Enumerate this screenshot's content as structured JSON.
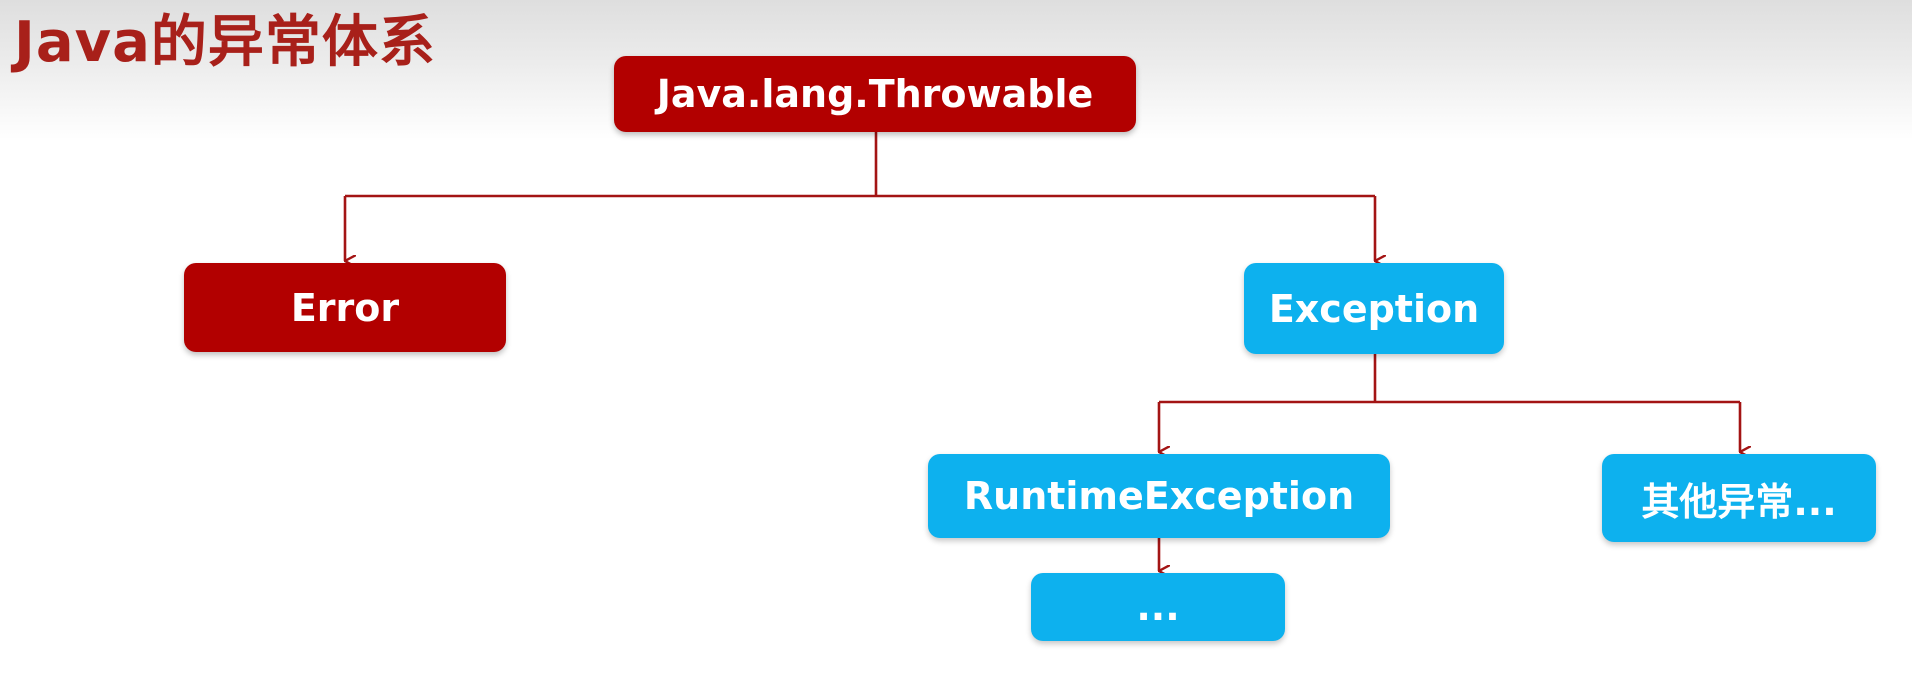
{
  "title": "Java的异常体系",
  "colors": {
    "title": "#a8201a",
    "red_node": "#b20000",
    "blue_node": "#0db1ee",
    "connector": "#a31414"
  },
  "nodes": {
    "root": {
      "label": "Java.lang.Throwable"
    },
    "error": {
      "label": "Error"
    },
    "exception": {
      "label": "Exception"
    },
    "runtime_exception": {
      "label": "RuntimeException"
    },
    "other_exceptions": {
      "label": "其他异常..."
    },
    "runtime_children": {
      "label": "..."
    }
  }
}
